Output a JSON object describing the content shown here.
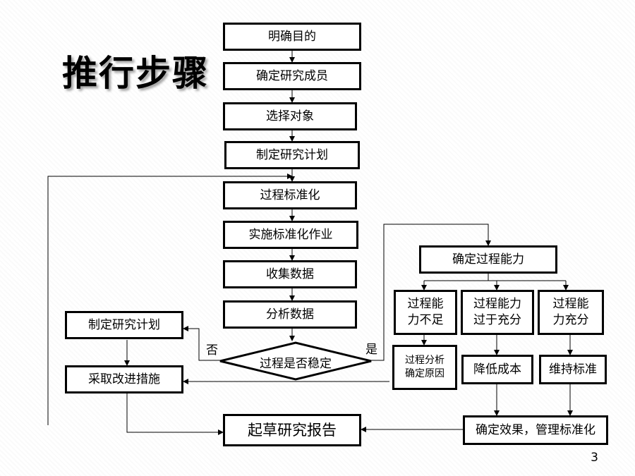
{
  "title": "推行步骤",
  "page_number": "3",
  "main_flow": {
    "step1": "明确目的",
    "step2": "确定研究成员",
    "step3": "选择对象",
    "step4": "制定研究计划",
    "step5": "过程标准化",
    "step6": "实施标准化作业",
    "step7": "收集数据",
    "step8": "分析数据",
    "decision": "过程是否稳定",
    "report": "起草研究报告"
  },
  "no_branch": {
    "label": "否",
    "plan": "制定研究计划",
    "improve": "采取改进措施"
  },
  "yes_branch": {
    "label": "是",
    "capability": "确定过程能力",
    "insufficient": "过程能\n力不足",
    "excessive": "过程能力\n过于充分",
    "adequate": "过程能\n力充分",
    "analyze": "过程分析\n确定原因",
    "reduce_cost": "降低成本",
    "maintain": "维持标准",
    "confirm": "确定效果，管理标准化"
  }
}
